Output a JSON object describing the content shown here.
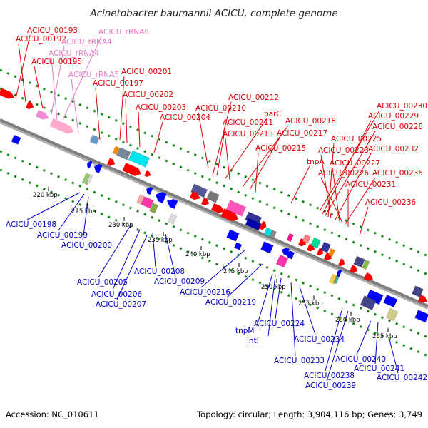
{
  "title": "Acinetobacter baumannii ACICU, complete genome",
  "footer": {
    "accession": "Accession: NC_010611",
    "summary": "Topology: circular; Length: 3,904,116 bp; Genes: 3,749"
  },
  "colors": {
    "red": "#e8000b",
    "pink": "#e879c8",
    "blue": "#0000cc",
    "backbone": "#7f7f7f",
    "ticks": "#1a8a1a"
  },
  "ruler": [
    "220 kbp",
    "225 kbp",
    "230 kbp",
    "235 kbp",
    "240 kbp",
    "245 kbp",
    "250 kbp",
    "255 kbp",
    "260 kbp",
    "265 kbp"
  ],
  "top_labels": [
    "ACICU_00193",
    "ACICU_00192",
    "ACICU_rRNA6",
    "ACICU_tRNA4",
    "ACICU_rRNA4",
    "ACICU_00195",
    "ACICU_rRNA5",
    "ACICU_00197",
    "ACICU_00201",
    "ACICU_00202",
    "ACICU_00203",
    "ACICU_00204",
    "ACICU_00210",
    "ACICU_00212",
    "ACICU_00211",
    "parC",
    "ACICU_00213",
    "ACICU_00218",
    "ACICU_00217",
    "ACICU_00215",
    "tnpA",
    "ACICU_00230",
    "ACICU_00229",
    "ACICU_00228",
    "ACICU_00225",
    "ACICU_00223",
    "ACICU_00232",
    "ACICU_00227",
    "ACICU_00226",
    "ACICU_00235",
    "ACICU_00231",
    "ACICU_00236"
  ],
  "bottom_labels": [
    "ACICU_00198",
    "ACICU_00199",
    "ACICU_00200",
    "ACICU_00205",
    "ACICU_00206",
    "ACICU_00207",
    "ACICU_00208",
    "ACICU_00209",
    "ACICU_00216",
    "ACICU_00219",
    "tnpM",
    "intI",
    "ACICU_00224",
    "ACICU_00233",
    "ACICU_00234",
    "ACICU_00238",
    "ACICU_00239",
    "ACICU_00240",
    "ACICU_00241",
    "ACICU_00242"
  ]
}
